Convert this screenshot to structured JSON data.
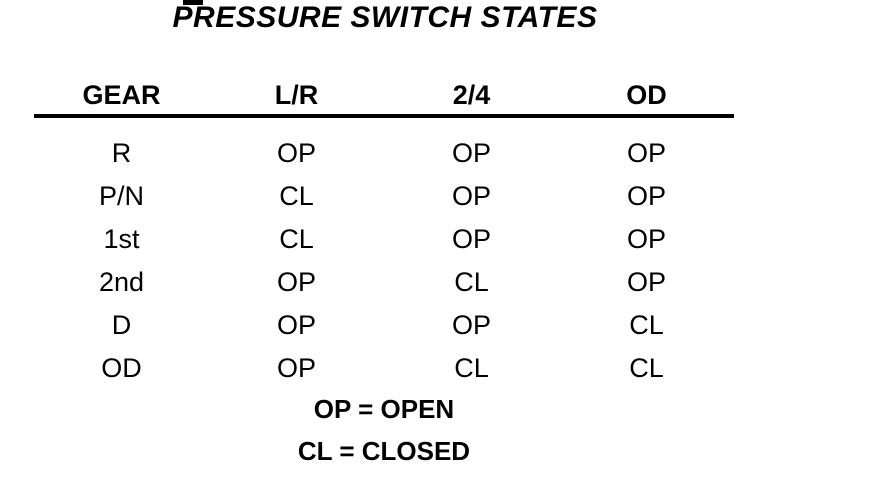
{
  "page": {
    "background_color": "#ffffff",
    "text_color": "#000000"
  },
  "title": "PRESSURE SWITCH STATES",
  "table": {
    "columns": [
      "GEAR",
      "L/R",
      "2/4",
      "OD"
    ],
    "rows": [
      [
        "R",
        "OP",
        "OP",
        "OP"
      ],
      [
        "P/N",
        "CL",
        "OP",
        "OP"
      ],
      [
        "1st",
        "CL",
        "OP",
        "OP"
      ],
      [
        "2nd",
        "OP",
        "CL",
        "OP"
      ],
      [
        "D",
        "OP",
        "OP",
        "CL"
      ],
      [
        "OD",
        "OP",
        "CL",
        "CL"
      ]
    ]
  },
  "legend": {
    "lines": [
      "OP = OPEN",
      "CL = CLOSED"
    ]
  }
}
